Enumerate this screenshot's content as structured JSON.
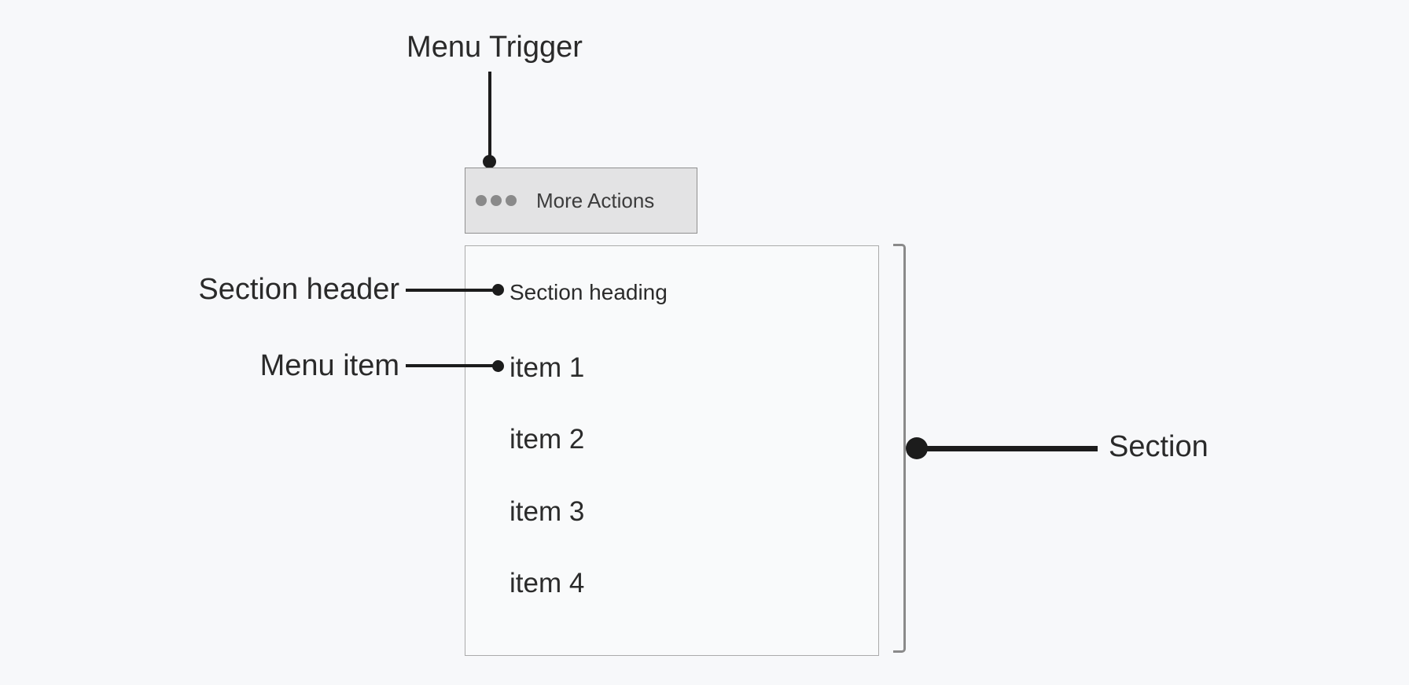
{
  "annotations": {
    "menu_trigger_label": "Menu Trigger",
    "section_header_label": "Section header",
    "menu_item_label": "Menu item",
    "section_label": "Section"
  },
  "trigger_button": {
    "label": "More Actions",
    "icon": "ellipsis-icon"
  },
  "menu": {
    "section_heading": "Section heading",
    "items": [
      {
        "label": "item 1"
      },
      {
        "label": "item 2"
      },
      {
        "label": "item 3"
      },
      {
        "label": "item 4"
      }
    ]
  },
  "colors": {
    "page-bg": "#f7f8fa",
    "ink": "#1c1c1c",
    "label-text": "#2a2a2a",
    "menu-text": "#2b2b2b",
    "button-bg": "#e3e3e4",
    "button-border": "#909090",
    "button-text": "#3c3c3c",
    "icon-gray": "#8a8a8a",
    "panel-bg": "#f9fafb",
    "panel-border": "#ababab",
    "bracket": "#8a8a8a"
  }
}
